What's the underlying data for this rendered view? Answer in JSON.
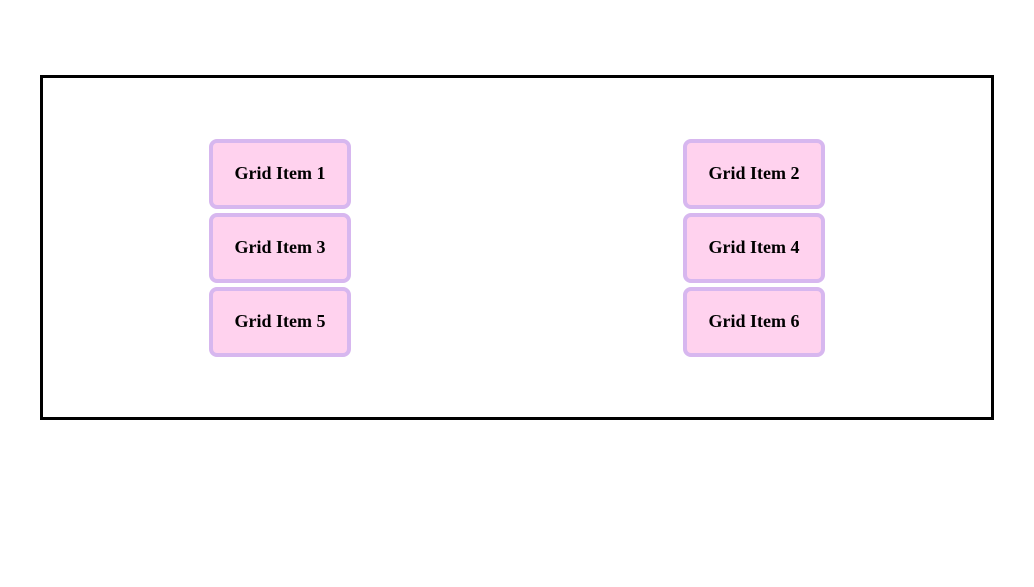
{
  "page": {
    "background": "#ffffff"
  },
  "grid": {
    "container": {
      "border_color": "#000000"
    },
    "item_style": {
      "fill": "#ffd2ee",
      "border": "#d7b7ef",
      "text_color": "#000000"
    },
    "items": [
      {
        "label": "Grid Item 1"
      },
      {
        "label": "Grid Item 2"
      },
      {
        "label": "Grid Item 3"
      },
      {
        "label": "Grid Item 4"
      },
      {
        "label": "Grid Item 5"
      },
      {
        "label": "Grid Item 6"
      }
    ]
  }
}
